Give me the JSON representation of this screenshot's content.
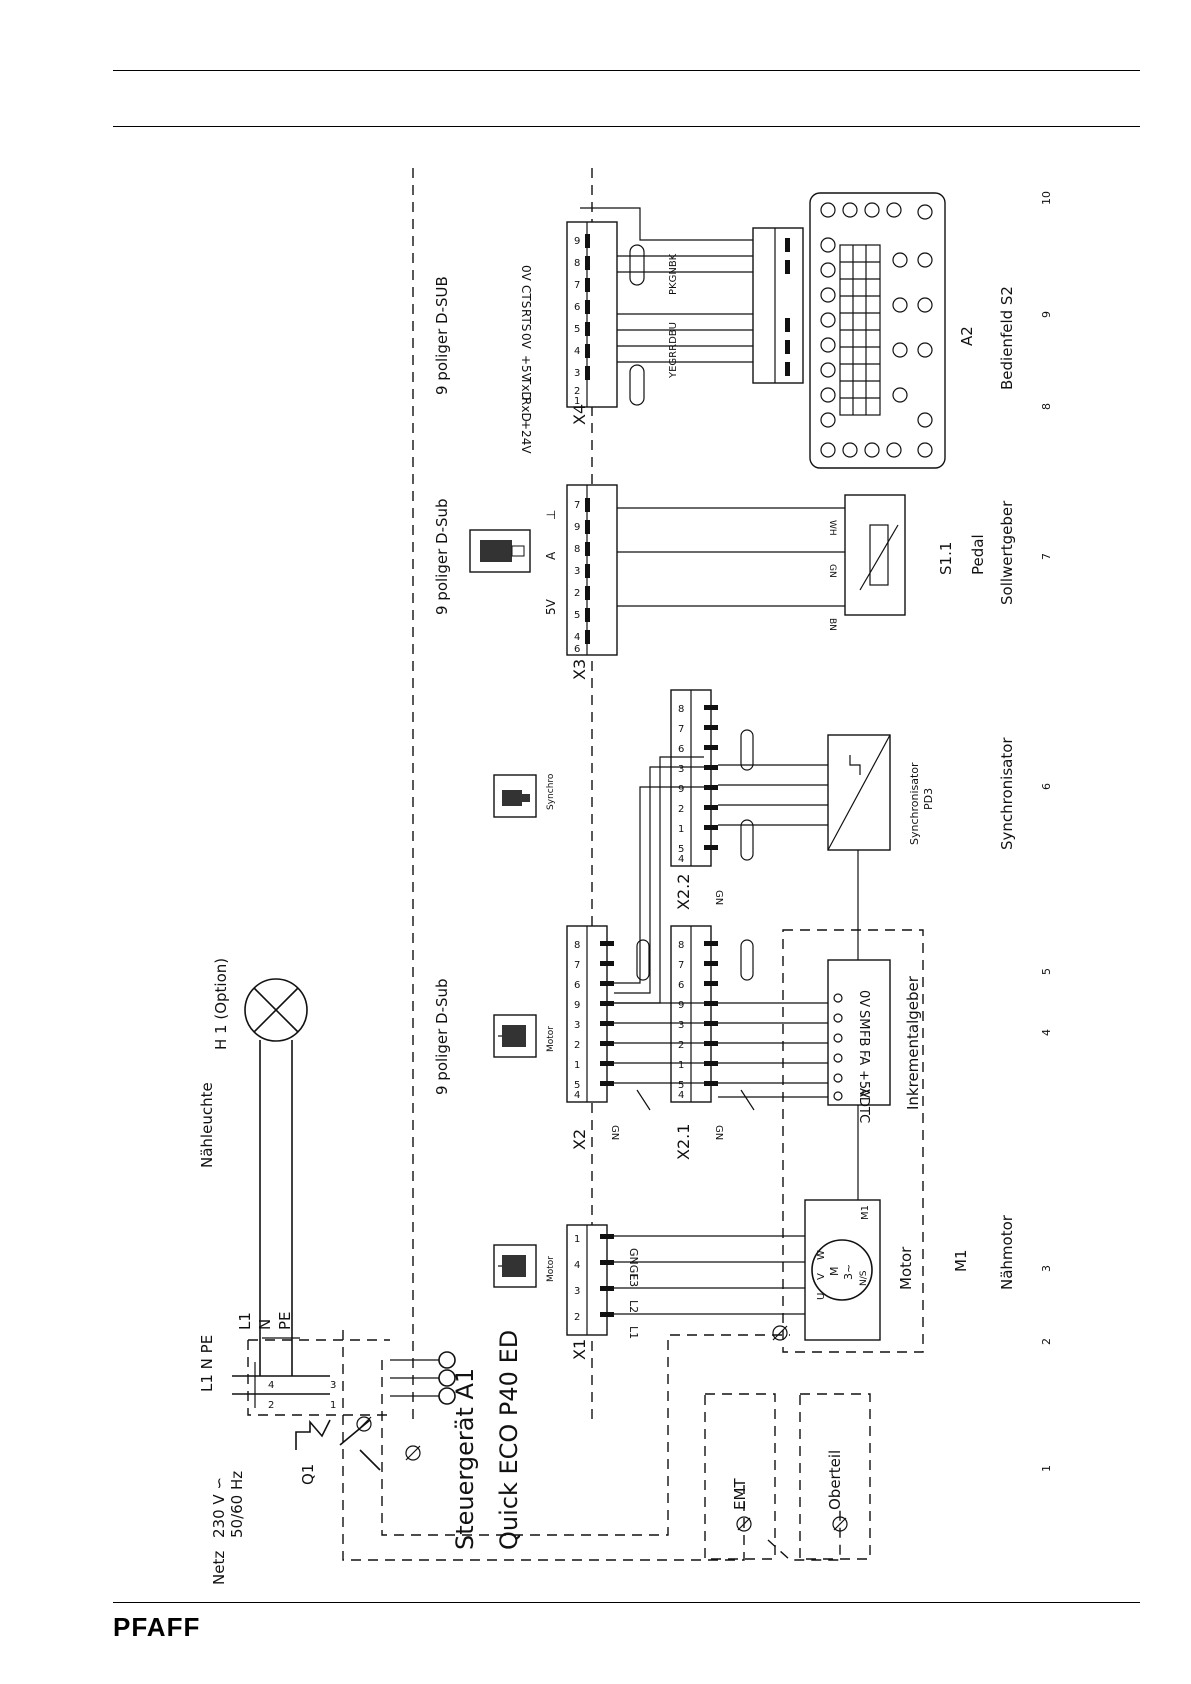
{
  "brand": "PFAFF",
  "texts": {
    "netz": "Netz",
    "voltage": "230 V  ∽",
    "freq": "50/60 Hz",
    "q1": "Q1",
    "l1npe": "L1 N PE",
    "steuergeraet": "Steuergerät A1",
    "quick": "Quick ECO P40 ED",
    "l1": "L1",
    "n": "N",
    "pe": "PE",
    "naehleuchte": "Nähleuchte",
    "h1": "H 1 (Option)",
    "x1": "X1",
    "x2": "X2",
    "x21": "X2.1",
    "x22": "X2.2",
    "x3": "X3",
    "x4": "X4",
    "subA": "9 poliger D-Sub",
    "subB": "9 poliger D-Sub",
    "subC": "9 poliger D-SUB",
    "motorIcon": "Motor",
    "synchroIcon": "Synchro",
    "m1": "M1",
    "naehmotor": "Nähmotor",
    "motorLabel": "Motor",
    "inkremental": "Inkrementalgeber",
    "synchronisator": "Synchronisator",
    "pd3": "PD3",
    "synchronisatorBig": "Synchronisator",
    "s11": "S1.1",
    "pedal": "Pedal",
    "sollwertgeber": "Sollwertgeber",
    "a2": "A2",
    "bedienfeld": "Bedienfeld S2",
    "emt": "EMT",
    "oberteil": "Oberteil",
    "gn": "GN",
    "x1wires": [
      "GNGE",
      "L3",
      "L2",
      "L1"
    ],
    "ink_signals": [
      "0V",
      "SM",
      "FB",
      "FA",
      "+5V",
      "ADTC"
    ],
    "x3signals": [
      "⊥",
      "A",
      "5V"
    ],
    "x3wires": [
      "WH",
      "GN",
      "BN"
    ],
    "x4signals": [
      "0V",
      "CTS",
      "RTS",
      "0V",
      "+5V",
      "TxD",
      "RxD",
      "+24V"
    ],
    "x4wires": [
      "PKGNBK",
      "YEGRRDBU"
    ],
    "motor_inner": [
      "M",
      "3~",
      "N/S"
    ],
    "uvw": [
      "U",
      "V",
      "W"
    ],
    "column_numbers": [
      "1",
      "2",
      "3",
      "4",
      "5",
      "6",
      "7",
      "8",
      "9",
      "10"
    ]
  }
}
